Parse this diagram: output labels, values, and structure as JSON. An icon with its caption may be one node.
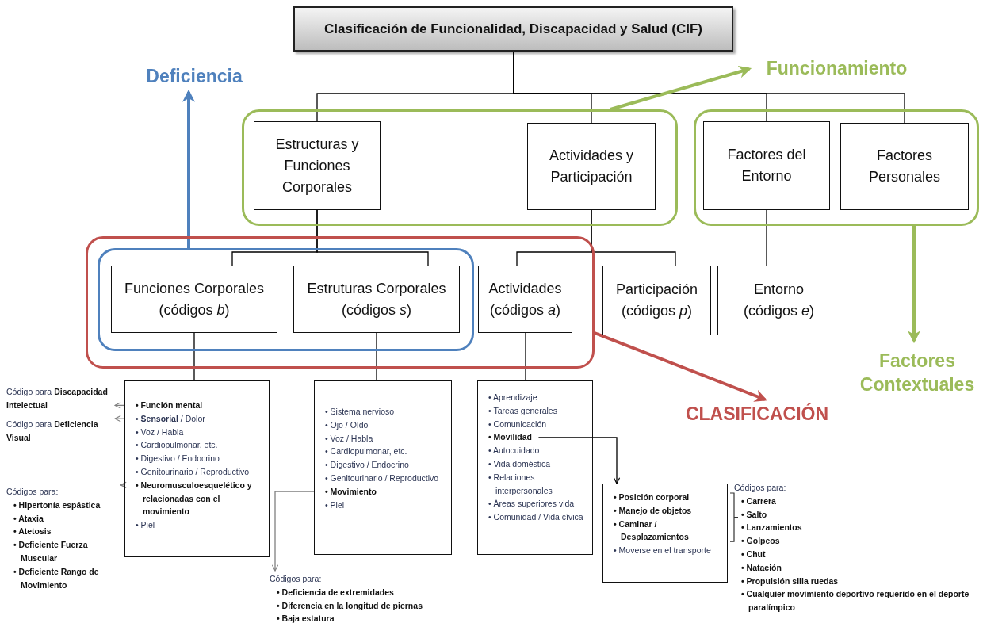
{
  "diagram": {
    "nodes": [
      {
        "text": [
          "Clasificación de Funcionalidad, Discapacidad y Salud (CIF)"
        ]
      },
      {
        "text": [
          "Deficiencia"
        ]
      },
      {
        "text": [
          "Funcionamiento"
        ]
      },
      {
        "text": [
          "Factores Contextuales"
        ]
      },
      {
        "text": [
          "CLASIFICACIÓN"
        ]
      },
      {
        "text": [],
        "shape": "box"
      },
      {
        "text": [
          "Estructuras y Funciones Corporales"
        ],
        "in": 5
      },
      {
        "text": [
          "Actividades y Participación"
        ],
        "in": 5
      },
      {
        "text": [],
        "shape": "box"
      },
      {
        "text": [
          "Factores del Entorno"
        ],
        "in": 8
      },
      {
        "text": [
          "Factores Personales"
        ],
        "in": 8
      },
      {
        "text": [],
        "shape": "box"
      },
      {
        "text": [],
        "shape": "box",
        "in": 11
      },
      {
        "text": [
          "Funciones Corporales (códigos *b*)"
        ],
        "in": 12
      },
      {
        "text": [
          "Estruturas Corporales (códigos *s*)"
        ],
        "in": 12
      },
      {
        "text": [
          "Actividades (códigos *a*)"
        ],
        "in": 11
      },
      {
        "text": [
          "Participación (códigos *p*)"
        ]
      },
      {
        "text": [
          "Entorno (códigos *e*)"
        ]
      },
      {
        "text": [
          "• Función mental",
          "• **Sensorial** / Dolor",
          "• Voz / Habla",
          "• Cardiopulmonar, etc.",
          "• Digestivo / Endocrino",
          "• Genitourinario / Reproductivo",
          "• Neuromusculoesquelético y relacionadas con el movimiento",
          "• Piel"
        ]
      },
      {
        "text": [
          "• Sistema nervioso",
          "• Ojo / Oído",
          "• Voz / Habla",
          "• Cardiopulmonar, etc.",
          "• Digestivo / Endocrino",
          "• Genitourinario / Reproductivo",
          "• Movimiento",
          "• Piel"
        ]
      },
      {
        "text": [
          "• Aprendizaje",
          "• Tareas generales",
          "• Comunicación",
          "• Movilidad",
          "• Autocuidado",
          "• Vida doméstica",
          "• Relaciones interpersonales",
          "• Áreas superiores vida",
          "• Comunidad / Vida cívica"
        ]
      },
      {
        "text": [
          "• Posición corporal",
          "• Manejo de objetos",
          "• Caminar / Desplazamientos",
          "• Moverse en el transporte"
        ]
      },
      {
        "text": [
          "Código para **Discapacidad Intelectual**"
        ]
      },
      {
        "text": [
          "Código para **Deficiencia Visual**"
        ]
      },
      {
        "text": [
          "Códigos para:",
          "• Hipertonía espástica",
          "• Ataxia",
          "• Atetosis",
          "• Deficiente Fuerza Muscular",
          "• Deficiente Rango de Movimiento"
        ]
      },
      {
        "text": [
          "Códigos para:",
          "• Deficiencia de extremidades",
          "• Diferencia en la longitud de piernas",
          "• Baja estatura"
        ]
      }
    ],
    "edges": [
      {
        "from": 0,
        "to": 6,
        "arrow": "none"
      },
      {
        "from": 0,
        "to": 7,
        "arrow": "none"
      },
      {
        "from": 0,
        "to": 9,
        "arrow": "none"
      },
      {
        "from": 0,
        "to": 10,
        "arrow": "none"
      },
      {
        "from": 6,
        "to": 13,
        "arrow": "none"
      },
      {
        "from": 6,
        "to": 14,
        "arrow": "none"
      },
      {
        "from": 7,
        "to": 15,
        "arrow": "none"
      },
      {
        "from": 7,
        "to": 16,
        "arrow": "none"
      },
      {
        "from": 9,
        "to": 17,
        "arrow": "none"
      },
      {
        "from": 13,
        "to": 18,
        "arrow": "none"
      },
      {
        "from": 14,
        "to": 19,
        "arrow": "none"
      },
      {
        "from": 15,
        "to": 20,
        "arrow": "none"
      },
      {
        "from": 12,
        "to": 1,
        "arrow": "to",
        "style": "thick",
        "color": "#4f81bd"
      },
      {
        "from": 5,
        "to": 2,
        "arrow": "to",
        "style": "thick",
        "color": "#9bbb59"
      },
      {
        "from": 8,
        "to": 3,
        "arrow": "to",
        "style": "thick",
        "color": "#9bbb59"
      },
      {
        "from": 11,
        "to": 4,
        "arrow": "to",
        "style": "thick",
        "color": "#c0504d"
      },
      {
        "from": 18,
        "to": 22,
        "arrow": "to",
        "color": "#808080"
      },
      {
        "from": 18,
        "to": 23,
        "arrow": "to",
        "color": "#808080"
      },
      {
        "from": 18,
        "to": 24,
        "arrow": "to",
        "color": "#808080"
      },
      {
        "from": 19,
        "to": 25,
        "arrow": "to",
        "color": "#808080"
      },
      {
        "from": 20,
        "to": 21,
        "arrow": "to"
      }
    ],
    "labels": [
      "Códigos para:",
      "• Carrera",
      "• Salto",
      "• Lanzamientos",
      "• Golpeos",
      "• Chut",
      "• Natación",
      "• Propulsión silla ruedas",
      "• Cualquier movimiento deportivo requerido en el deporte paralímpico"
    ]
  }
}
